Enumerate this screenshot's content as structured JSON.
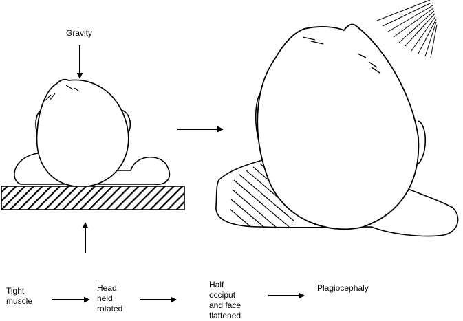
{
  "figure": {
    "gravity_label": "Gravity",
    "flow": [
      {
        "id": "tight-muscle",
        "label": "Tight\nmuscle"
      },
      {
        "id": "head-held-rotated",
        "label": "Head\nheld\nrotated"
      },
      {
        "id": "half-occiput-face-flattened",
        "label": "Half\nocciput\nand face\nflattened"
      },
      {
        "id": "plagiocephaly",
        "label": "Plagiocephaly"
      }
    ]
  }
}
